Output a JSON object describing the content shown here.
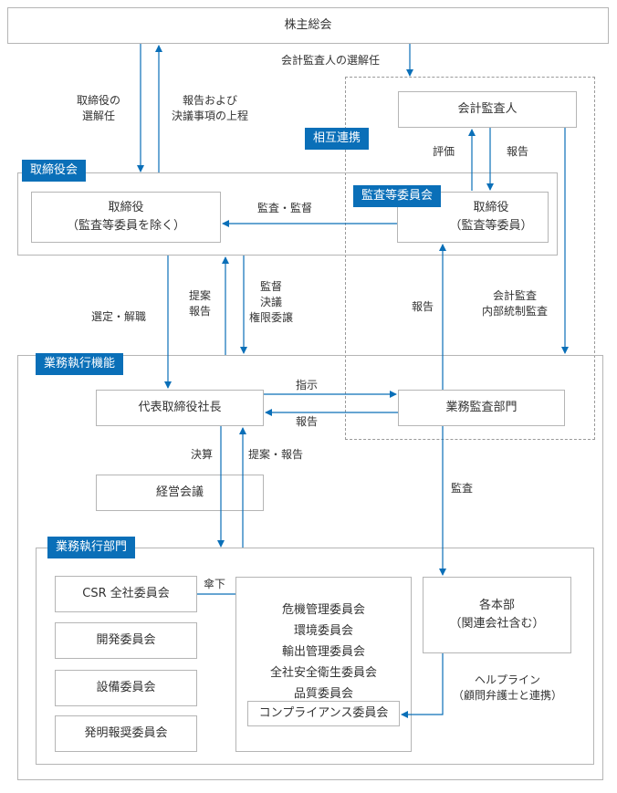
{
  "accent_color": "#0a6fb8",
  "shareholders_meeting": "株主総会",
  "board": {
    "tag": "取締役会",
    "directors_line1": "取締役",
    "directors_line2": "（監査等委員を除く）",
    "committee_tag": "監査等委員会",
    "committee_members_line1": "取締役",
    "committee_members_line2": "（監査等委員）"
  },
  "mutual_cooperation_tag": "相互連携",
  "accounting_auditor": "会計監査人",
  "execution": {
    "tag": "業務執行機能",
    "president": "代表取締役社長",
    "management_meeting": "経営会議",
    "audit_department": "業務監査部門"
  },
  "departments": {
    "tag": "業務執行部門",
    "left_committees": [
      "CSR 全社委員会",
      "開発委員会",
      "設備委員会",
      "発明報奨委員会"
    ],
    "umbrella_label": "傘下",
    "umbrella_committees": [
      "危機管理委員会",
      "環境委員会",
      "輸出管理委員会",
      "全社安全衛生委員会",
      "品質委員会"
    ],
    "compliance_committee": "コンプライアンス委員会",
    "divisions_line1": "各本部",
    "divisions_line2": "（関連会社含む）"
  },
  "labels": {
    "appoint_auditor": "会計監査人の選解任",
    "appoint_directors": [
      "取締役の",
      "選解任"
    ],
    "report_resolution": [
      "報告および",
      "決議事項の上程"
    ],
    "evaluation": "評価",
    "report_auditor": "報告",
    "audit_supervise": "監査・監督",
    "select_dismiss": "選定・解職",
    "propose_report": [
      "提案",
      "報告"
    ],
    "supervise_delegate": [
      "監督",
      "決議",
      "権限委譲"
    ],
    "report_committee": "報告",
    "accounting_internal": [
      "会計監査",
      "内部統制監査"
    ],
    "instruct": "指示",
    "report_president": "報告",
    "settlement": "決算",
    "propose_report2": "提案・報告",
    "audit": "監査",
    "helpline": [
      "ヘルプライン",
      "（顧問弁護士と連携）"
    ]
  }
}
